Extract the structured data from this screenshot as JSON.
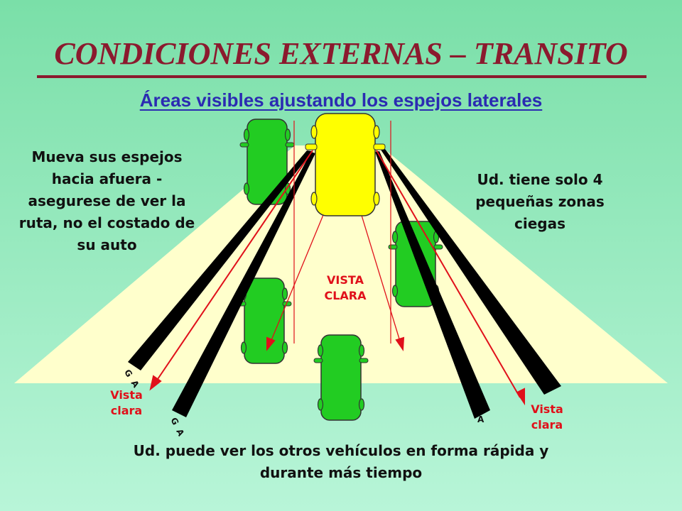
{
  "slide": {
    "title": "CONDICIONES EXTERNAS – TRANSITO",
    "subtitle": "Áreas visibles ajustando los espejos laterales",
    "left_note": "Mueva sus espejos hacia afuera - asegurese de ver la ruta, no el costado de su auto",
    "right_note": "Ud. tiene solo 4 pequeñas zonas ciegas",
    "bottom_note": "Ud. puede ver los otros vehículos en forma rápida y durante más tiempo",
    "center_label": "VISTA CLARA",
    "left_clear_label": "Vista clara",
    "right_clear_label": "Vista clara",
    "blind_zone_labels": [
      "G A",
      "G A",
      "A"
    ]
  },
  "colors": {
    "background_top": "#7ADFA8",
    "background_bottom": "#B8F5D8",
    "road": "#FFFFCC",
    "own_car": "#FFFF00",
    "other_cars": "#22CC22",
    "sight_lines": "#E0101A",
    "blind_zones": "#000000",
    "title": "#8B1A2E",
    "subtitle": "#2B2BB2"
  }
}
